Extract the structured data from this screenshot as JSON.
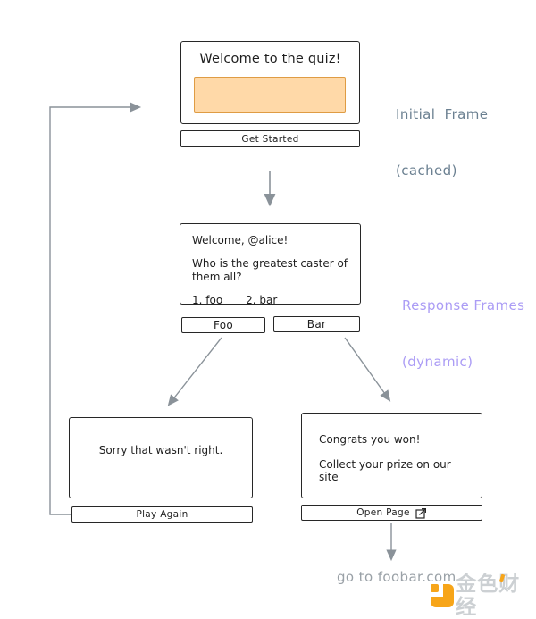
{
  "initial_frame": {
    "title": "Welcome to the quiz!",
    "image_fill": "#ffd9a8",
    "button": "Get Started"
  },
  "labels": {
    "initial_line1": "Initial  Frame",
    "initial_line2": "(cached)",
    "initial_color": "#6b8091",
    "response_line1": "Response Frames",
    "response_line2": "(dynamic)",
    "response_color": "#ab9cf5"
  },
  "question_frame": {
    "greeting": "Welcome, @alice!",
    "question_line1": "Who is the greatest caster of",
    "question_line2": "them all?",
    "option1": "1. foo",
    "option2": "2. bar",
    "buttons": [
      "Foo",
      "Bar"
    ]
  },
  "wrong_frame": {
    "message": "Sorry that wasn't right.",
    "button": "Play Again"
  },
  "win_frame": {
    "message_line1": "Congrats you won!",
    "message_line2": "Collect your prize on our site",
    "button": "Open Page",
    "button_icon": "external-link-icon"
  },
  "footer": {
    "link_text": "go to foobar.com"
  },
  "watermark": {
    "text": "金色财经",
    "text_color": "#ccd0d3",
    "accent_color": "#f7a519"
  },
  "arrows": {
    "color": "#8a9299"
  }
}
